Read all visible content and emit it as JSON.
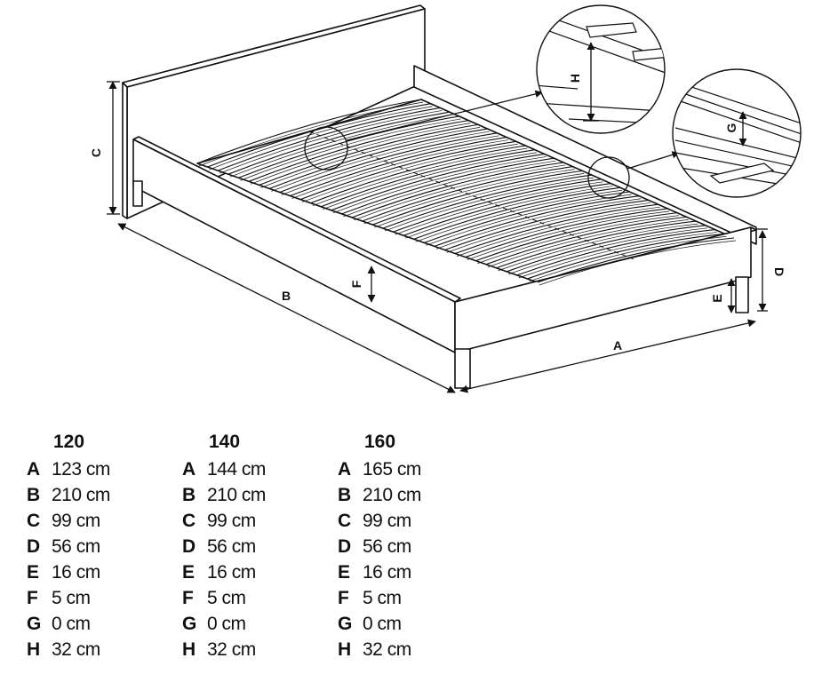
{
  "dimension_labels": {
    "A": "A",
    "B": "B",
    "C": "C",
    "D": "D",
    "E": "E",
    "F": "F",
    "G": "G",
    "H": "H"
  },
  "sizes": [
    {
      "heading": "120",
      "rows": [
        {
          "key": "A",
          "value": "123 cm"
        },
        {
          "key": "B",
          "value": "210 cm"
        },
        {
          "key": "C",
          "value": "99 cm"
        },
        {
          "key": "D",
          "value": "56 cm"
        },
        {
          "key": "E",
          "value": "16 cm"
        },
        {
          "key": "F",
          "value": "5 cm"
        },
        {
          "key": "G",
          "value": "0 cm"
        },
        {
          "key": "H",
          "value": "32 cm"
        }
      ]
    },
    {
      "heading": "140",
      "rows": [
        {
          "key": "A",
          "value": "144 cm"
        },
        {
          "key": "B",
          "value": "210 cm"
        },
        {
          "key": "C",
          "value": "99 cm"
        },
        {
          "key": "D",
          "value": "56 cm"
        },
        {
          "key": "E",
          "value": "16 cm"
        },
        {
          "key": "F",
          "value": "5 cm"
        },
        {
          "key": "G",
          "value": "0 cm"
        },
        {
          "key": "H",
          "value": "32 cm"
        }
      ]
    },
    {
      "heading": "160",
      "rows": [
        {
          "key": "A",
          "value": "165 cm"
        },
        {
          "key": "B",
          "value": "210 cm"
        },
        {
          "key": "C",
          "value": "99 cm"
        },
        {
          "key": "D",
          "value": "56 cm"
        },
        {
          "key": "E",
          "value": "16 cm"
        },
        {
          "key": "F",
          "value": "5 cm"
        },
        {
          "key": "G",
          "value": "0 cm"
        },
        {
          "key": "H",
          "value": "32 cm"
        }
      ]
    }
  ]
}
